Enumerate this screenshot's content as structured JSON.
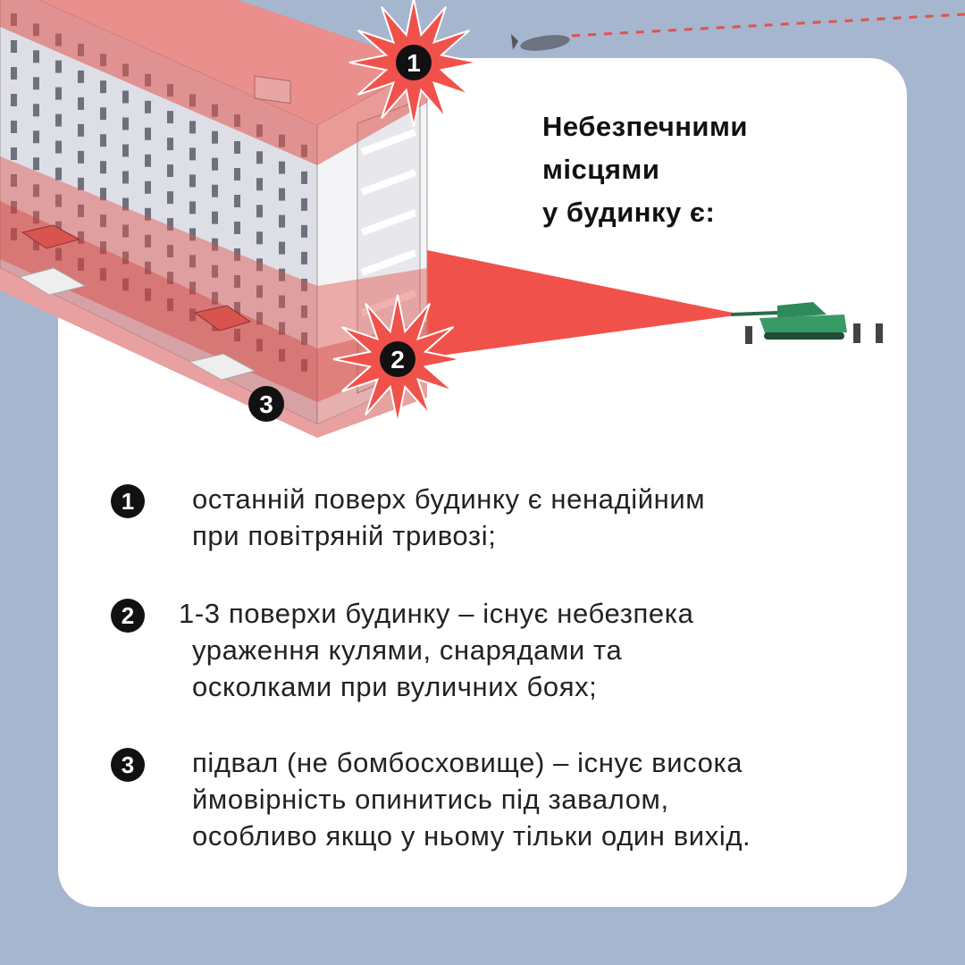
{
  "heading": [
    "Небезпечними",
    "місцями",
    "у будинку є:"
  ],
  "markers": [
    "1",
    "2",
    "3"
  ],
  "items": [
    {
      "number": "1",
      "lines": [
        "останній поверх будинку є ненадійним",
        "при повітряній тривозі;"
      ]
    },
    {
      "number": "2",
      "lines": [
        "1-3 поверхи  будинку – існує небезпека",
        "ураження кулями, снарядами та",
        "осколками при вуличних боях;"
      ]
    },
    {
      "number": "3",
      "lines": [
        "підвал (не бомбосховище) – існує висока",
        "ймовірність опинитись під завалом,",
        "особливо якщо у ньому тільки один вихід."
      ]
    }
  ],
  "colors": {
    "background": "#a7b6cf",
    "danger": "#f0524b",
    "tank": "#2e8a5a"
  }
}
